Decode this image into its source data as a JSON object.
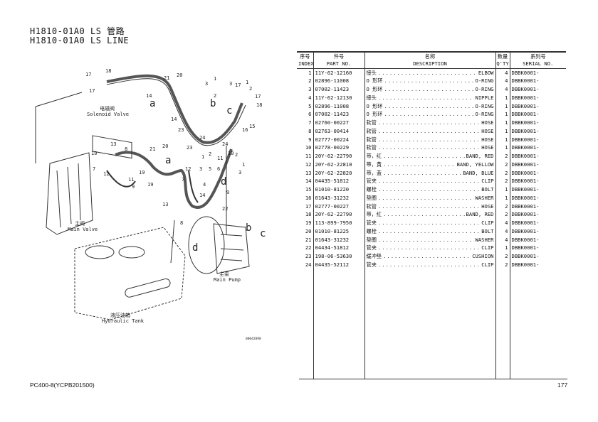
{
  "header": {
    "title_cn": "H1810-01A0 LS 管路",
    "title_en": "H1810-01A0 LS LINE"
  },
  "table": {
    "headers": {
      "index_cn": "序号",
      "index_en": "INDEX",
      "part_cn": "件号",
      "part_en": "PART NO.",
      "desc_cn": "名称",
      "desc_en": "DESCRIPTION",
      "qty_cn": "数量",
      "qty_en": "Q'TY",
      "serial_cn": "系列号",
      "serial_en": "SERIAL NO."
    },
    "rows": [
      {
        "index": "1",
        "part": "11Y-62-12160",
        "name_cn": "接头",
        "name_en": "ELBOW",
        "qty": "4",
        "serial": "DBBK0001-"
      },
      {
        "index": "2",
        "part": "02896-11008",
        "name_cn": "O 形环",
        "name_en": "O-RING",
        "qty": "4",
        "serial": "DBBK0001-"
      },
      {
        "index": "3",
        "part": "07002-11423",
        "name_cn": "O 形环",
        "name_en": "O-RING",
        "qty": "4",
        "serial": "DBBK0001-"
      },
      {
        "index": "4",
        "part": "11Y-62-12130",
        "name_cn": "接头",
        "name_en": "NIPPLE",
        "qty": "1",
        "serial": "DBBK0001-"
      },
      {
        "index": "5",
        "part": "02896-11008",
        "name_cn": "O 形环",
        "name_en": "O-RING",
        "qty": "1",
        "serial": "DBBK0001-"
      },
      {
        "index": "6",
        "part": "07002-11423",
        "name_cn": "O 形环",
        "name_en": "O-RING",
        "qty": "1",
        "serial": "DBBK0001-"
      },
      {
        "index": "7",
        "part": "02760-00227",
        "name_cn": "软管",
        "name_en": "HOSE",
        "qty": "1",
        "serial": "DBBK0001-"
      },
      {
        "index": "8",
        "part": "02763-00414",
        "name_cn": "软管",
        "name_en": "HOSE",
        "qty": "1",
        "serial": "DBBK0001-"
      },
      {
        "index": "9",
        "part": "02777-00224",
        "name_cn": "软管",
        "name_en": "HOSE",
        "qty": "1",
        "serial": "DBBK0001-"
      },
      {
        "index": "10",
        "part": "02778-00229",
        "name_cn": "软管",
        "name_en": "HOSE",
        "qty": "1",
        "serial": "DBBK0001-"
      },
      {
        "index": "11",
        "part": "20Y-62-22790",
        "name_cn": "带，红",
        "name_en": "BAND, RED",
        "qty": "2",
        "serial": "DBBK0001-"
      },
      {
        "index": "12",
        "part": "20Y-62-22810",
        "name_cn": "带，黄",
        "name_en": "BAND, YELLOW",
        "qty": "2",
        "serial": "DBBK0001-"
      },
      {
        "index": "13",
        "part": "20Y-62-22820",
        "name_cn": "带，蓝",
        "name_en": "BAND, BLUE",
        "qty": "2",
        "serial": "DBBK0001-"
      },
      {
        "index": "14",
        "part": "04435-51812",
        "name_cn": "管夹",
        "name_en": "CLIP",
        "qty": "2",
        "serial": "DBBK0001-"
      },
      {
        "index": "15",
        "part": "01010-81220",
        "name_cn": "螺栓",
        "name_en": "BOLT",
        "qty": "1",
        "serial": "DBBK0001-"
      },
      {
        "index": "16",
        "part": "01643-31232",
        "name_cn": "垫圈",
        "name_en": "WASHER",
        "qty": "1",
        "serial": "DBBK0001-"
      },
      {
        "index": "17",
        "part": "02777-00227",
        "name_cn": "软管",
        "name_en": "HOSE",
        "qty": "2",
        "serial": "DBBK0001-"
      },
      {
        "index": "18",
        "part": "20Y-62-22790",
        "name_cn": "带，红",
        "name_en": "BAND, RED",
        "qty": "2",
        "serial": "DBBK0001-"
      },
      {
        "index": "19",
        "part": "113-899-7950",
        "name_cn": "管夹",
        "name_en": "CLIP",
        "qty": "4",
        "serial": "DBBK0001-"
      },
      {
        "index": "20",
        "part": "01010-81225",
        "name_cn": "螺栓",
        "name_en": "BOLT",
        "qty": "4",
        "serial": "DBBK0001-"
      },
      {
        "index": "21",
        "part": "01643-31232",
        "name_cn": "垫圈",
        "name_en": "WASHER",
        "qty": "4",
        "serial": "DBBK0001-"
      },
      {
        "index": "22",
        "part": "04434-51812",
        "name_cn": "管夹",
        "name_en": "CLIP",
        "qty": "1",
        "serial": "DBBK0001-"
      },
      {
        "index": "23",
        "part": "198-06-53630",
        "name_cn": "缓冲垫",
        "name_en": "CUSHION",
        "qty": "2",
        "serial": "DBBK0001-"
      },
      {
        "index": "24",
        "part": "04435-52112",
        "name_cn": "管夹",
        "name_en": "CLIP",
        "qty": "2",
        "serial": "DBBK0001-"
      }
    ]
  },
  "diagram": {
    "labels": {
      "solenoid_cn": "电磁阀",
      "solenoid_en": "Solenoid Valve",
      "main_valve_cn": "主阀",
      "main_valve_en": "Main Valve",
      "main_pump_cn": "主泵",
      "main_pump_en": "Main Pump",
      "tank_cn": "液压油箱",
      "tank_en": "Hydraulic Tank",
      "figure_code": "00042898"
    },
    "callouts": [
      "17",
      "18",
      "17",
      "21",
      "20",
      "14",
      "a",
      "14",
      "1",
      "3",
      "2",
      "b",
      "17",
      "3",
      "1",
      "2",
      "17",
      "18",
      "c",
      "23",
      "24",
      "23",
      "24",
      "16",
      "15",
      "13",
      "8",
      "10",
      "21",
      "20",
      "7",
      "12",
      "19",
      "11",
      "9",
      "a",
      "19",
      "2",
      "1",
      "10",
      "3",
      "5",
      "6",
      "12",
      "7",
      "4",
      "2",
      "11",
      "1",
      "3",
      "d",
      "9",
      "22",
      "14",
      "13",
      "8",
      "b",
      "c",
      "d"
    ]
  },
  "footer": {
    "model": "PC400-8(YCPB201500)",
    "page": "177"
  }
}
